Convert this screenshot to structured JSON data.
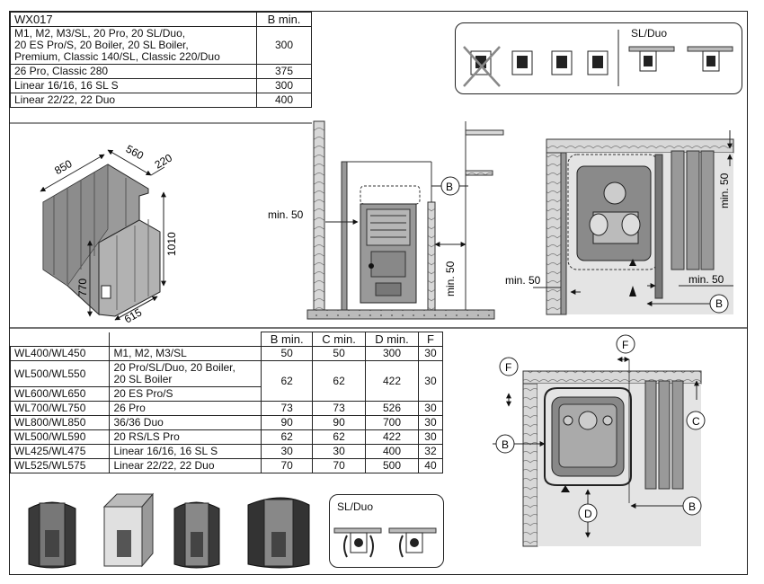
{
  "table1": {
    "header": {
      "model": "WX017",
      "b_min": "B min."
    },
    "rows": [
      {
        "heater": "M1, M2, M3/SL, 20 Pro, 20 SL/Duo,\n20 ES Pro/S, 20 Boiler, 20 SL Boiler,\nPremium, Classic 140/SL, Classic 220/Duo",
        "b": "300"
      },
      {
        "heater": "26 Pro, Classic 280",
        "b": "375"
      },
      {
        "heater": "Linear 16/16, 16 SL S",
        "b": "300"
      },
      {
        "heater": "Linear 22/22, 22 Duo",
        "b": "400"
      }
    ]
  },
  "table2": {
    "headers": [
      "",
      "",
      "B min.",
      "C min.",
      "D min.",
      "F"
    ],
    "rows": [
      {
        "model": "WL400/WL450",
        "heater": "M1, M2, M3/SL",
        "b": "50",
        "c": "50",
        "d": "300",
        "f": "30"
      },
      {
        "model": "WL500/WL550",
        "heater": "20 Pro/SL/Duo, 20 Boiler,\n20 SL Boiler",
        "b": "62",
        "c": "62",
        "d": "422",
        "f": "30"
      },
      {
        "model": "WL600/WL650",
        "heater": "20 ES Pro/S"
      },
      {
        "model": "WL700/WL750",
        "heater": "26 Pro",
        "b": "73",
        "c": "73",
        "d": "526",
        "f": "30"
      },
      {
        "model": "WL800/WL850",
        "heater": "36/36 Duo",
        "b": "90",
        "c": "90",
        "d": "700",
        "f": "30"
      },
      {
        "model": "WL500/WL590",
        "heater": "20 RS/LS Pro",
        "b": "62",
        "c": "62",
        "d": "422",
        "f": "30"
      },
      {
        "model": "WL425/WL475",
        "heater": "Linear 16/16, 16 SL S",
        "b": "30",
        "c": "30",
        "d": "400",
        "f": "32"
      },
      {
        "model": "WL525/WL575",
        "heater": "Linear 22/22, 22 Duo",
        "b": "70",
        "c": "70",
        "d": "500",
        "f": "40"
      }
    ]
  },
  "cabin_dims": {
    "width": "850",
    "depth": "560",
    "depth2": "220",
    "height": "1010",
    "door_height": "770",
    "door_width": "615"
  },
  "side_view": {
    "min_left": "min. 50",
    "min_right": "min. 50",
    "label_b": "B"
  },
  "top_view1": {
    "min_side": "min. 50",
    "min_back": "min. 50",
    "min_front": "min. 50",
    "label_b": "B"
  },
  "top_view2": {
    "labels": {
      "f1": "F",
      "f2": "F",
      "b1": "B",
      "b2": "B",
      "c": "C",
      "d": "D"
    }
  },
  "sl_duo_1": "SL/Duo",
  "sl_duo_2": "SL/Duo"
}
